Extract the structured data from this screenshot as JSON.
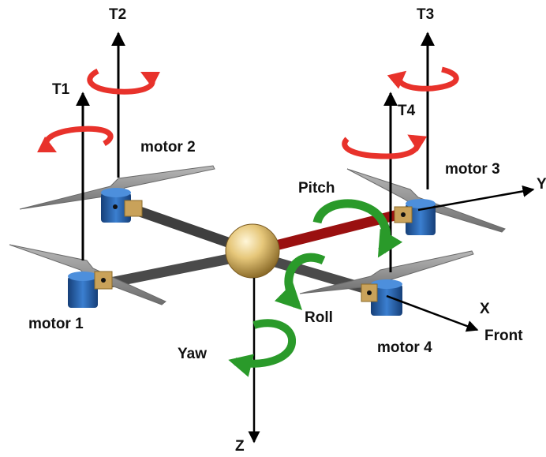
{
  "thrust_labels": {
    "t1": "T1",
    "t2": "T2",
    "t3": "T3",
    "t4": "T4"
  },
  "motor_labels": {
    "m1": "motor 1",
    "m2": "motor 2",
    "m3": "motor 3",
    "m4": "motor 4"
  },
  "rotation_labels": {
    "pitch": "Pitch",
    "roll": "Roll",
    "yaw": "Yaw"
  },
  "axis_labels": {
    "x": "X",
    "front": "Front",
    "y": "Y",
    "z": "Z"
  },
  "colors": {
    "thrust_arrow": "#000000",
    "spin_arrow": "#e8322b",
    "body_rotation_arrow": "#2a9a2a",
    "arm": "#4a4a4a",
    "front_arm": "#9a1010",
    "hub": "#d8b860",
    "motor": "#1f5fa8",
    "motor_mount": "#c9a25a",
    "propeller": "#8f8f8f"
  },
  "icons": [
    "thrust-arrow-icon",
    "spin-arrow-icon",
    "rotation-arrow-icon",
    "propeller-icon",
    "motor-icon"
  ]
}
